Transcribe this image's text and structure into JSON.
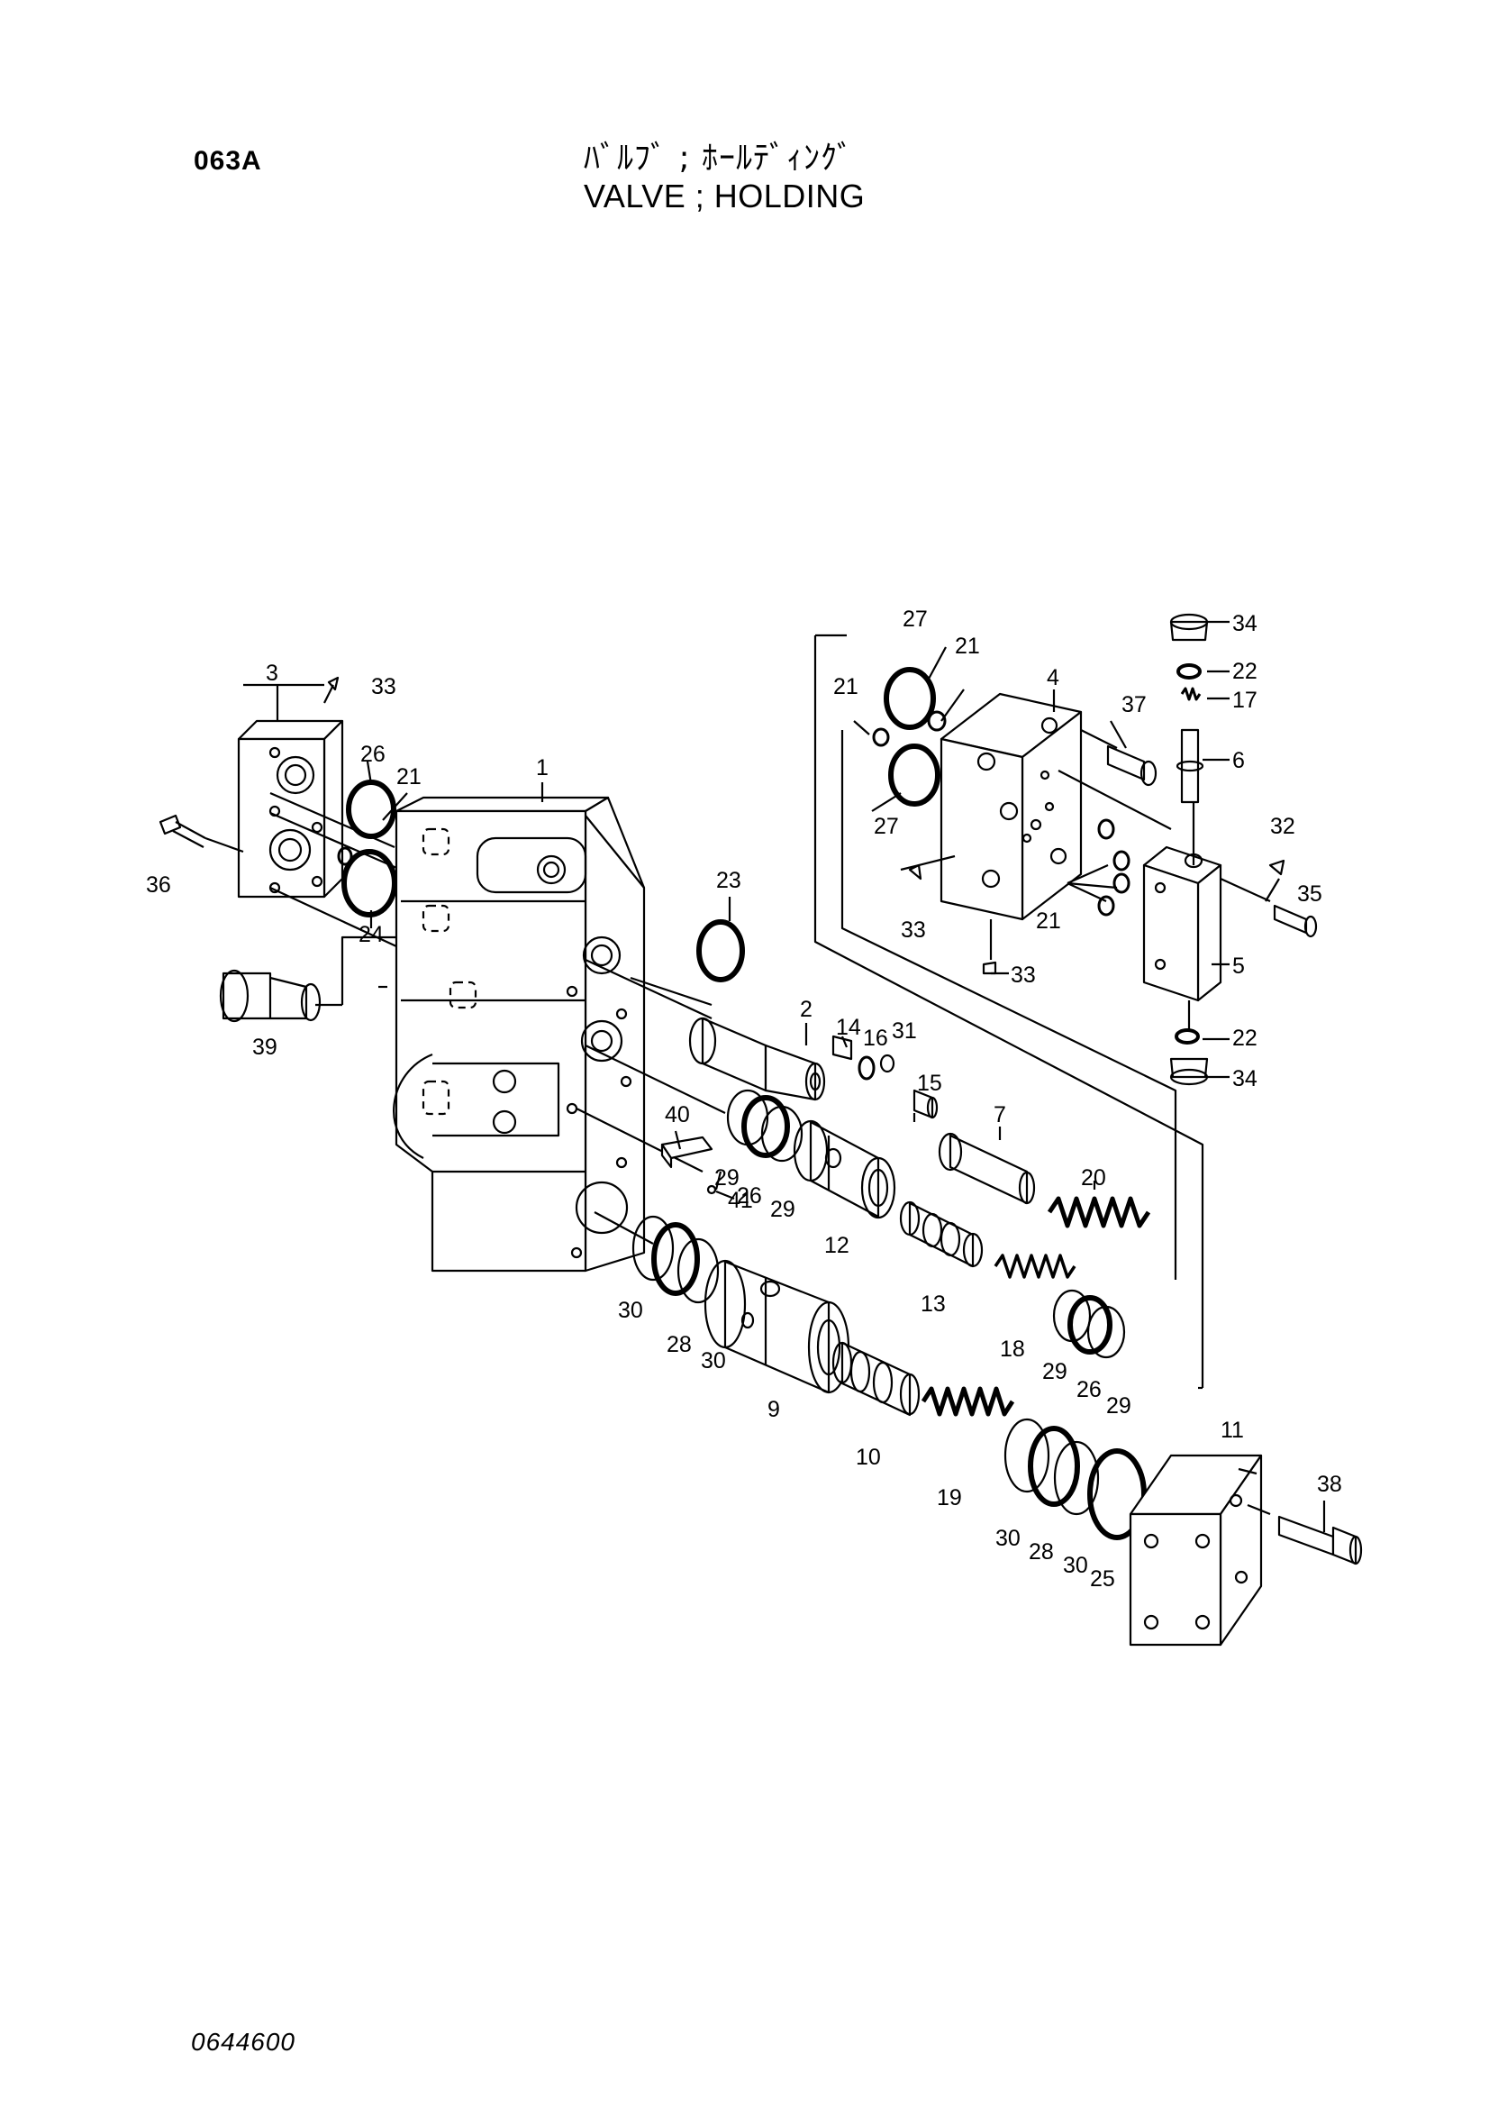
{
  "header": {
    "page_code": "063A",
    "title_jp": "ﾊﾞﾙﾌﾞ ; ﾎｰﾙﾃﾞｨﾝｸﾞ",
    "title_en": "VALVE ; HOLDING"
  },
  "footer": {
    "drawing_number": "0644600"
  },
  "callouts": {
    "c1": "1",
    "c2": "2",
    "c3": "3",
    "c4": "4",
    "c5": "5",
    "c6": "6",
    "c7": "7",
    "c9": "9",
    "c10": "10",
    "c11": "11",
    "c12": "12",
    "c13": "13",
    "c14": "14",
    "c15": "15",
    "c16": "16",
    "c17": "17",
    "c18": "18",
    "c19": "19",
    "c20": "20",
    "c21": "21",
    "c22": "22",
    "c23": "23",
    "c24": "24",
    "c25": "25",
    "c26": "26",
    "c27": "27",
    "c28": "28",
    "c29": "29",
    "c30": "30",
    "c31": "31",
    "c32": "32",
    "c33": "33",
    "c34": "34",
    "c35": "35",
    "c36": "36",
    "c37": "37",
    "c38": "38",
    "c39": "39",
    "c40": "40",
    "c41": "41"
  }
}
